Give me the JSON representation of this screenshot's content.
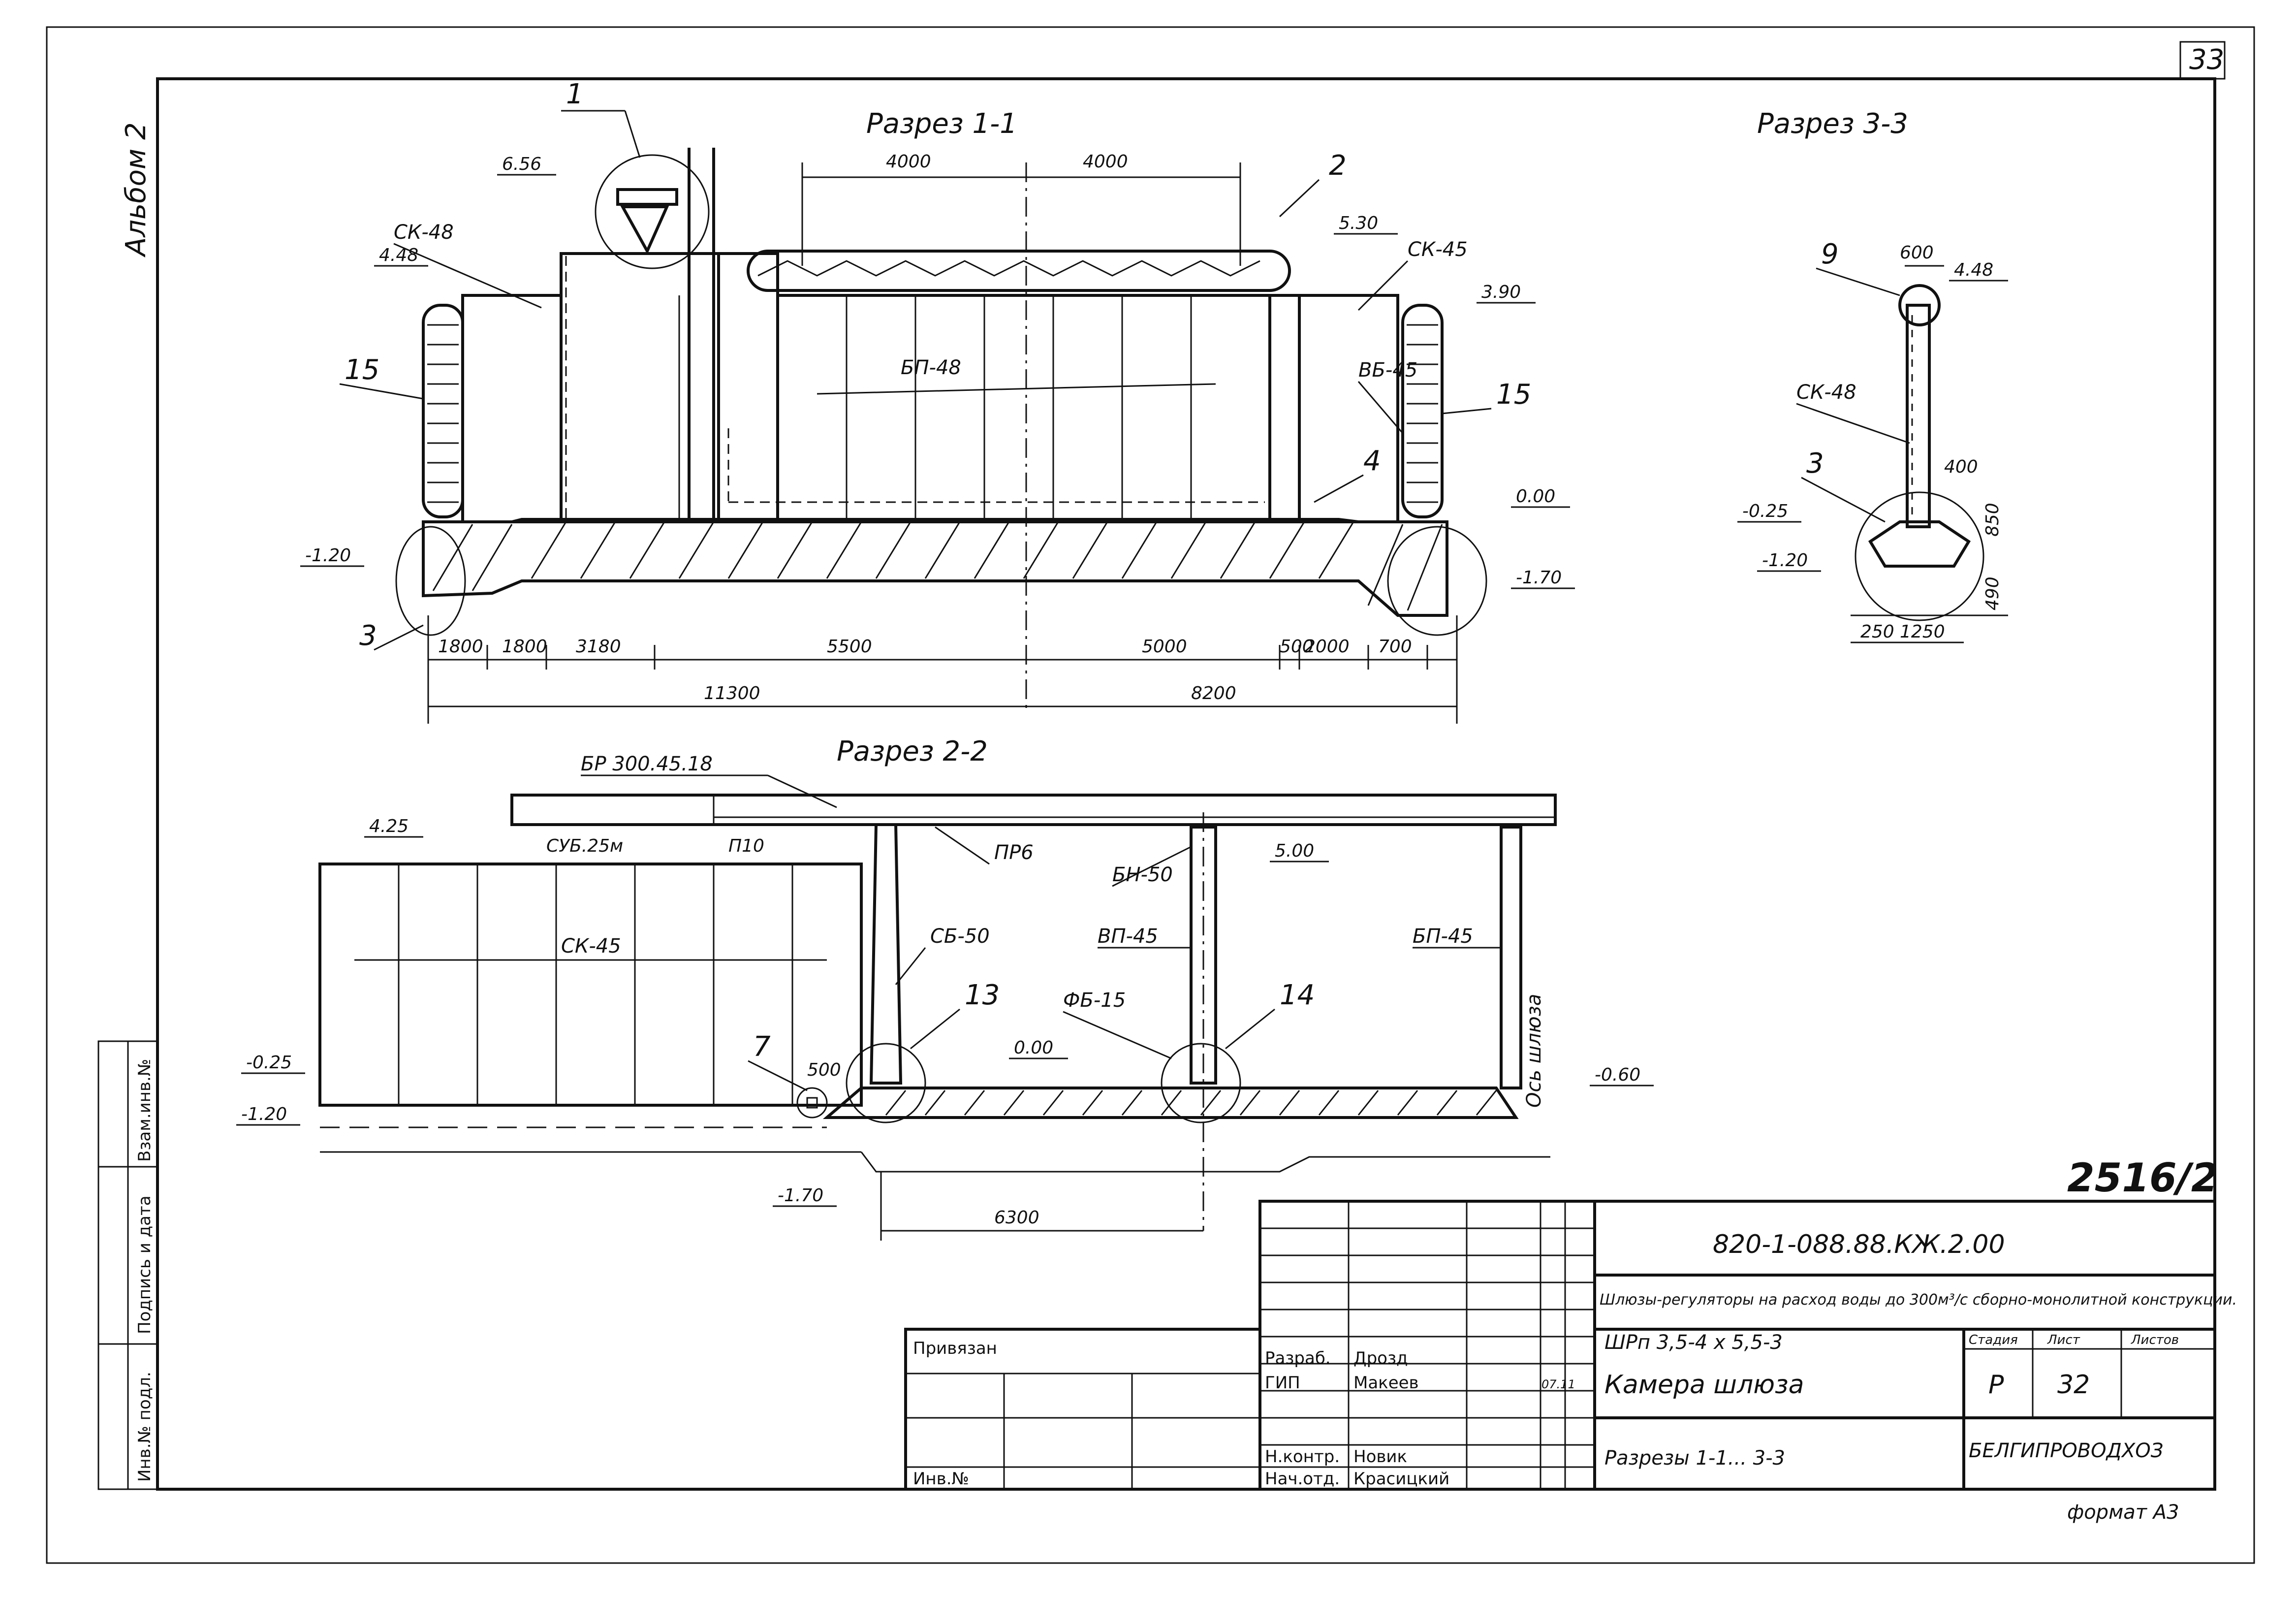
{
  "sheet": {
    "page_number": "33",
    "album": "Альбом 2",
    "format": "формат А3",
    "inventory": "2516/2"
  },
  "section_1_1": {
    "title": "Разрез 1-1",
    "marks": [
      "6.56",
      "5.30",
      "4.48",
      "3.90",
      "0.00",
      "-1.20",
      "-1.70"
    ],
    "labels": [
      "СК-48",
      "СК-45",
      "БП-48",
      "ВБ-45"
    ],
    "callouts": [
      "1",
      "2",
      "3",
      "4",
      "15",
      "15"
    ],
    "top_dims": [
      "4000",
      "4000"
    ],
    "bottom_dims": [
      "1800",
      "1800",
      "3180",
      "5500",
      "5000",
      "500",
      "2000",
      "700"
    ],
    "total_dims": [
      "11300",
      "8200"
    ]
  },
  "section_3_3": {
    "title": "Разрез 3-3",
    "labels": [
      "СК-48"
    ],
    "callouts": [
      "9",
      "3"
    ],
    "marks": [
      "4.48",
      "-0.25",
      "-1.20"
    ],
    "dims": [
      "600",
      "400",
      "850",
      "490",
      "250",
      "1250"
    ]
  },
  "section_2_2": {
    "title": "Разрез 2-2",
    "labels": [
      "БР 300.45.18",
      "СУБ.25м",
      "П10",
      "ПР6",
      "БН-50",
      "СК-45",
      "СБ-50",
      "ВП-45",
      "БП-45",
      "ФБ-15"
    ],
    "marks": [
      "4.25",
      "5.00",
      "0.00",
      "-0.25",
      "-1.20",
      "-0.60",
      "-1.70"
    ],
    "callouts": [
      "7",
      "13",
      "14"
    ],
    "dims": [
      "500",
      "6300"
    ],
    "axis": "Ось шлюза"
  },
  "stamp": {
    "doc_code": "820-1-088.88.КЖ.2.00",
    "description": "Шлюзы-регуляторы на расход воды до 300м³/с сборно-монолитной конструкции.",
    "subtitle": "ШРп 3,5-4 х 5,5-3",
    "element": "Камера шлюза",
    "sheet_title": "Разрезы 1-1... 3-3",
    "stage_header": "Стадия",
    "sheet_header": "Лист",
    "sheets_header": "Листов",
    "stage": "Р",
    "sheet_no": "32",
    "organization": "БЕЛГИПРОВОДХОЗ",
    "rows": [
      {
        "role": "Разраб.",
        "name": "Дрозд"
      },
      {
        "role": "ГИП",
        "name": "Макеев"
      },
      {
        "role": "Н.контр.",
        "name": "Новик"
      },
      {
        "role": "Нач.отд.",
        "name": "Красицкий"
      }
    ],
    "date": "07.11",
    "tied": "Привязан",
    "inv_no": "Инв.№"
  },
  "side_strip": {
    "inv_orig": "Инв.№ подл.",
    "sign_date": "Подпись и дата",
    "replace_inv": "Взам.инв.№"
  }
}
